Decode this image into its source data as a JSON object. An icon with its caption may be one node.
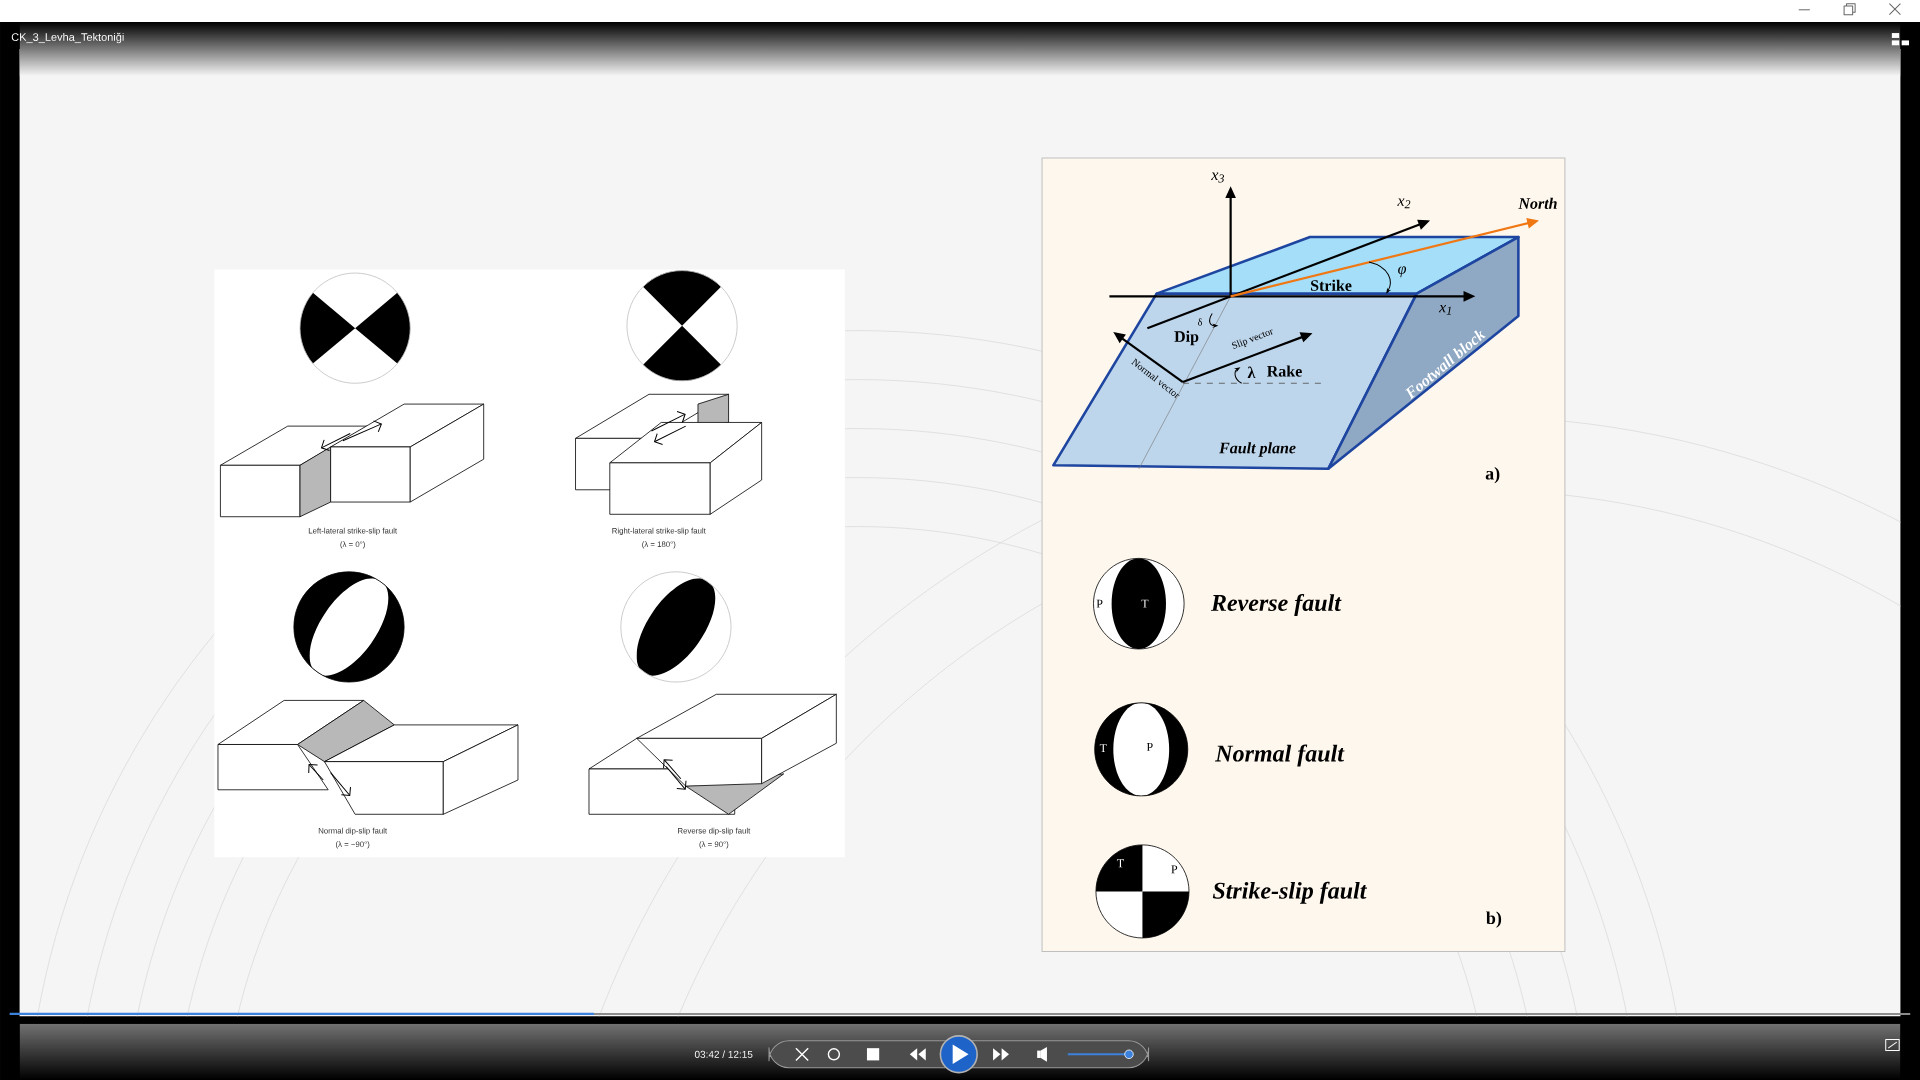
{
  "diagram": {
    "labels": [
      "CK_3_Levha_Tektoniği",
      "x$_{3}$",
      "x$_{2}$",
      "North",
      "φ",
      "Strike",
      "x$_{1}$",
      "δ",
      "Dip",
      "Slip vector",
      "λ",
      "Rake",
      "Normal vector",
      "Footwall block",
      "Fault plane",
      "a)",
      "Left-lateral strike-slip fault",
      "(λ = 0°)",
      "Right-lateral strike-slip fault",
      "(λ = 180°)",
      "P",
      "T",
      "Reverse fault",
      "Normal dip-slip fault",
      "(λ = −90°)",
      "Reverse dip-slip fault",
      "(λ = 90°)",
      "T",
      "P",
      "Normal fault",
      "T",
      "P",
      "Strike-slip fault",
      "b)",
      "03:42 / 12:15"
    ]
  }
}
